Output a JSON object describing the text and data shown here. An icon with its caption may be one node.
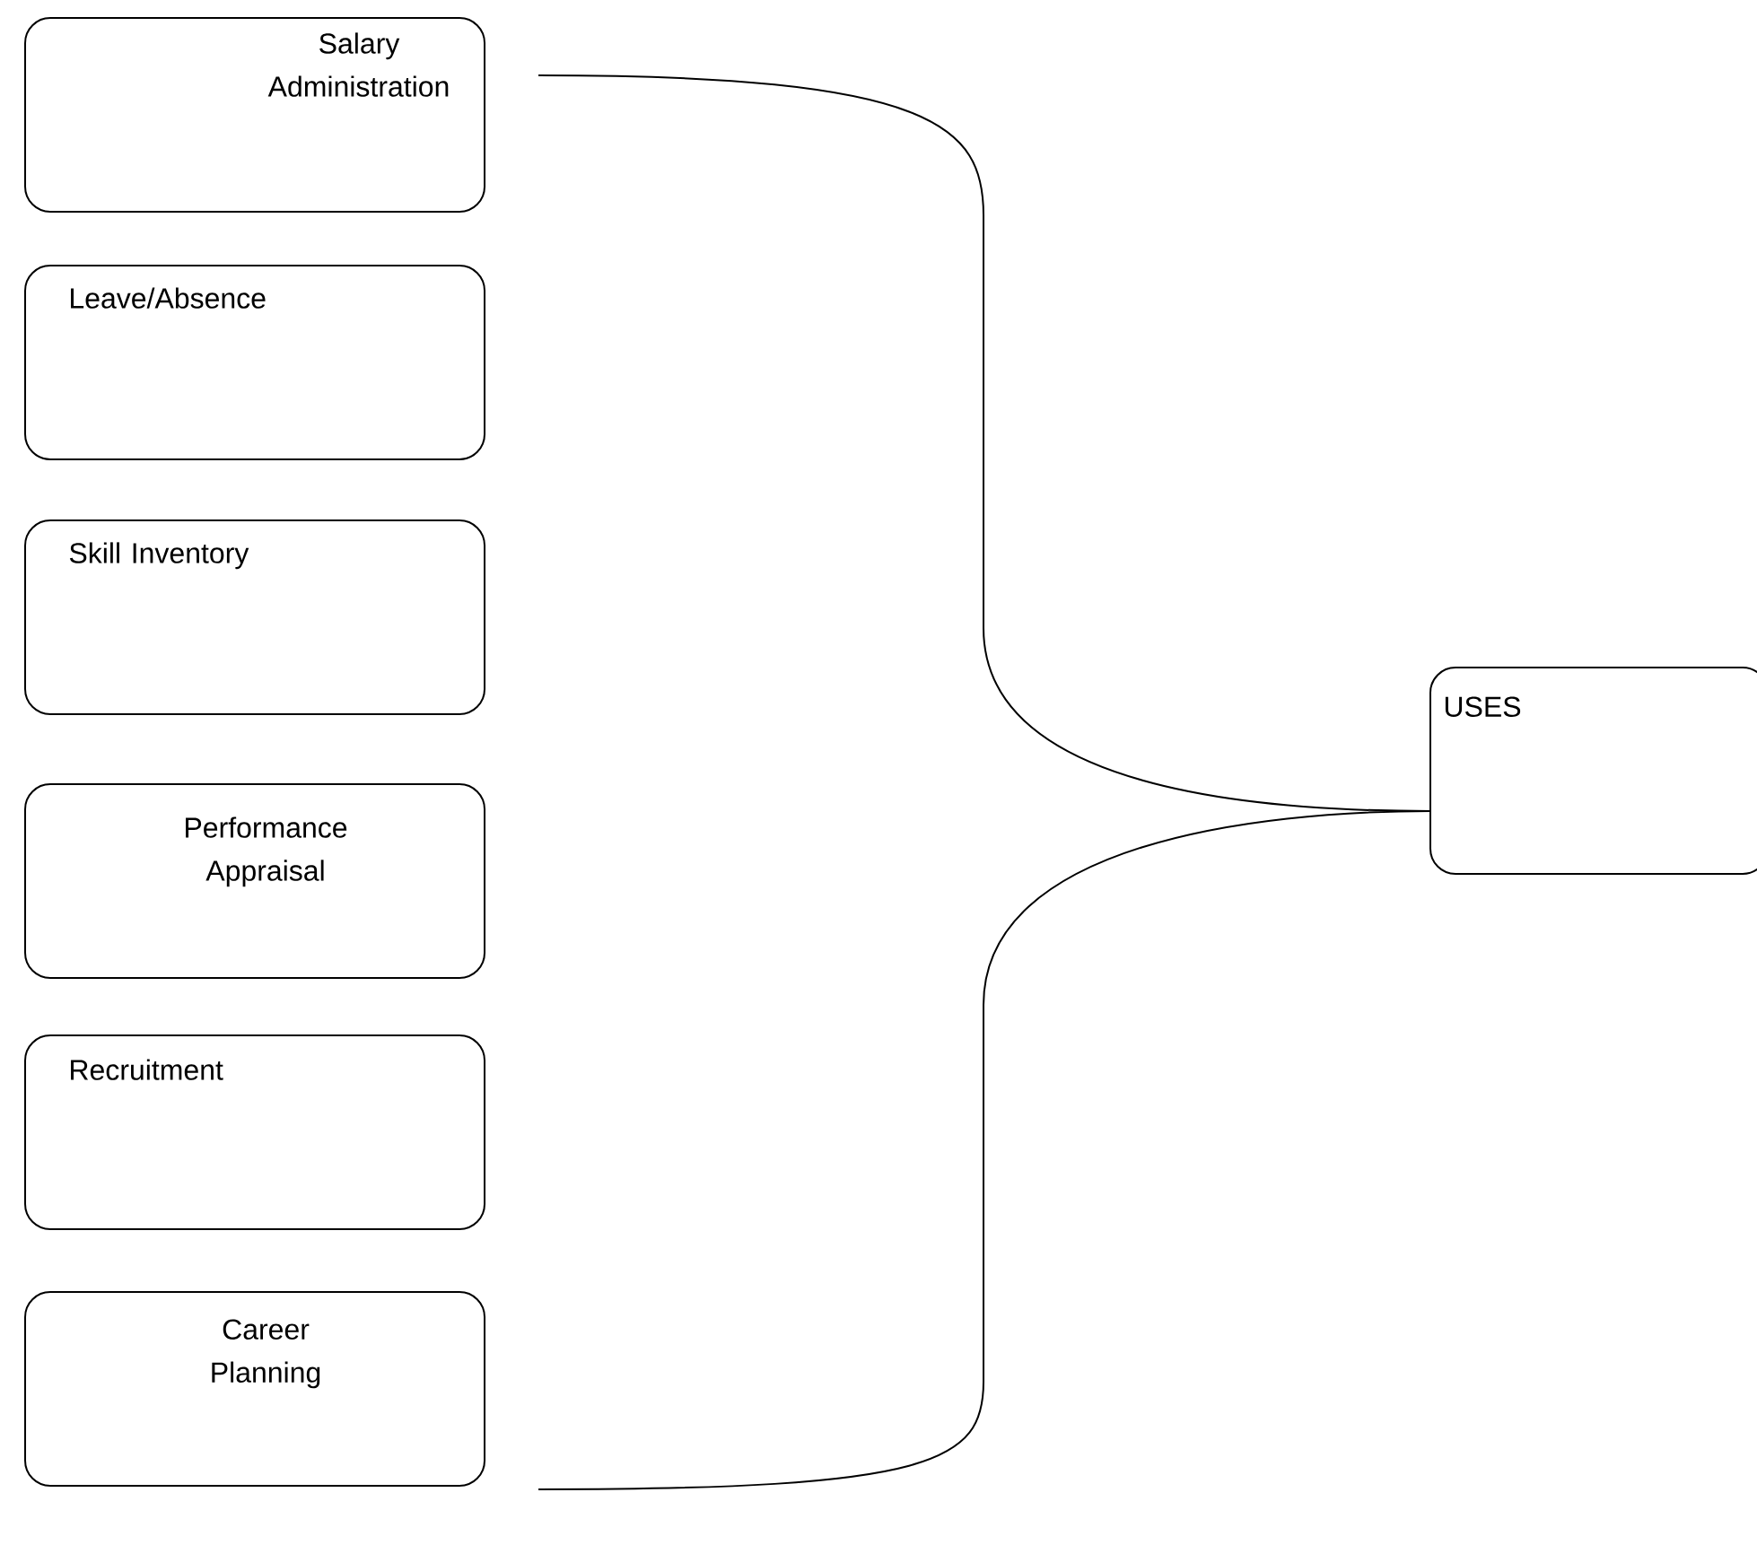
{
  "diagram": {
    "nodes": [
      {
        "text": [
          "Salary Administration"
        ]
      },
      {
        "text": [
          "Leave/Absence"
        ]
      },
      {
        "text": [
          "Skill Inventory"
        ]
      },
      {
        "text": [
          "Performance Appraisal"
        ]
      },
      {
        "text": [
          "Recruitment"
        ]
      },
      {
        "text": [
          "Career Planning"
        ]
      },
      {
        "text": [
          "USES"
        ]
      }
    ]
  }
}
